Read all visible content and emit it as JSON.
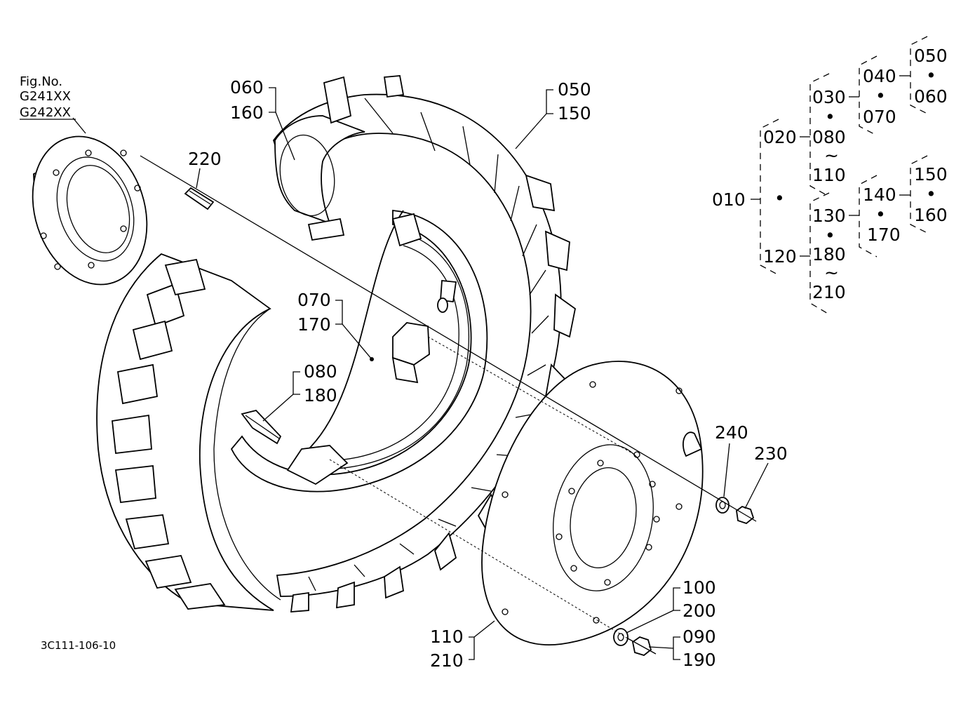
{
  "figure": {
    "fig_no_title": "Fig.No.",
    "fig_codes": [
      "G241XX",
      "G242XX"
    ],
    "drawing_code": "3C111-106-10"
  },
  "callouts": {
    "p060": "060",
    "p160": "160",
    "p050": "050",
    "p150": "150",
    "p220": "220",
    "p070": "070",
    "p170": "170",
    "p080": "080",
    "p180": "180",
    "p240": "240",
    "p230": "230",
    "p100": "100",
    "p200": "200",
    "p110": "110",
    "p210": "210",
    "p090": "090",
    "p190": "190"
  },
  "tree": {
    "n010": "010",
    "n020": "020",
    "n120": "120",
    "n030": "030",
    "n080": "080",
    "n110": "110",
    "n130": "130",
    "n180": "180",
    "n210": "210",
    "n040": "040",
    "n070": "070",
    "n050": "050",
    "n060": "060",
    "n140": "140",
    "n170": "170",
    "n150": "150",
    "n160": "160",
    "dot": "•",
    "tilde": "~"
  }
}
